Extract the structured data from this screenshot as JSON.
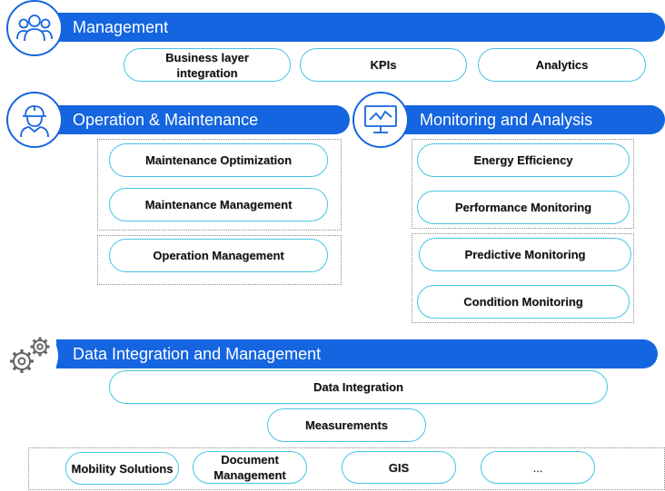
{
  "management": {
    "title": "Management",
    "icon": "people-group-icon",
    "items": [
      "Business layer\nintegration",
      "KPIs",
      "Analytics"
    ]
  },
  "operation": {
    "title": "Operation & Maintenance",
    "icon": "worker-hardhat-icon",
    "items": [
      "Maintenance  Optimization",
      "Maintenance  Management",
      "Operation Management"
    ]
  },
  "monitoring": {
    "title": "Monitoring and Analysis",
    "icon": "monitor-chart-icon",
    "items": [
      "Energy Efficiency",
      "Performance Monitoring",
      "Predictive Monitoring",
      "Condition Monitoring"
    ]
  },
  "data": {
    "title": "Data Integration and Management",
    "icon": "gears-icon",
    "items": [
      "Data Integration",
      "Measurements"
    ],
    "bottom_items": [
      "Mobility  Solutions",
      "Document\nManagement",
      "GIS",
      "..."
    ]
  },
  "colors": {
    "banner": "#1565e0",
    "pill_border": "#44c5e2",
    "group_border": "#8a8a8a"
  }
}
